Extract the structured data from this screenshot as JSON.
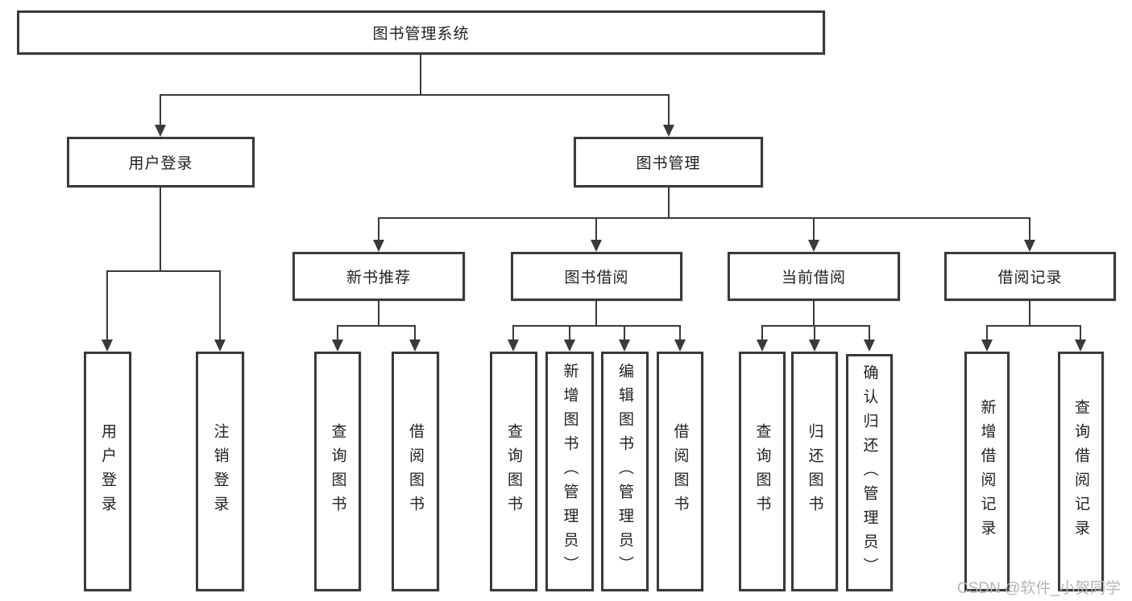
{
  "tree": {
    "label": "图书管理系统",
    "children": [
      {
        "label": "用户登录",
        "children": [
          {
            "label": "用户登录"
          },
          {
            "label": "注销登录"
          }
        ]
      },
      {
        "label": "图书管理",
        "children": [
          {
            "label": "新书推荐",
            "children": [
              {
                "label": "查询图书"
              },
              {
                "label": "借阅图书"
              }
            ]
          },
          {
            "label": "图书借阅",
            "children": [
              {
                "label": "查询图书"
              },
              {
                "label": "新增图书（管理员）"
              },
              {
                "label": "编辑图书（管理员）"
              },
              {
                "label": "借阅图书"
              }
            ]
          },
          {
            "label": "当前借阅",
            "children": [
              {
                "label": "查询图书"
              },
              {
                "label": "归还图书"
              },
              {
                "label": "确认归还（管理员）"
              }
            ]
          },
          {
            "label": "借阅记录",
            "children": [
              {
                "label": "新增借阅记录"
              },
              {
                "label": "查询借阅记录"
              }
            ]
          }
        ]
      }
    ]
  },
  "watermark": "CSDN @软件_小贺同学",
  "colors": {
    "line": "#3a3a3a",
    "text": "#222222",
    "watermark": "#b5b5b5",
    "background": "#ffffff"
  }
}
